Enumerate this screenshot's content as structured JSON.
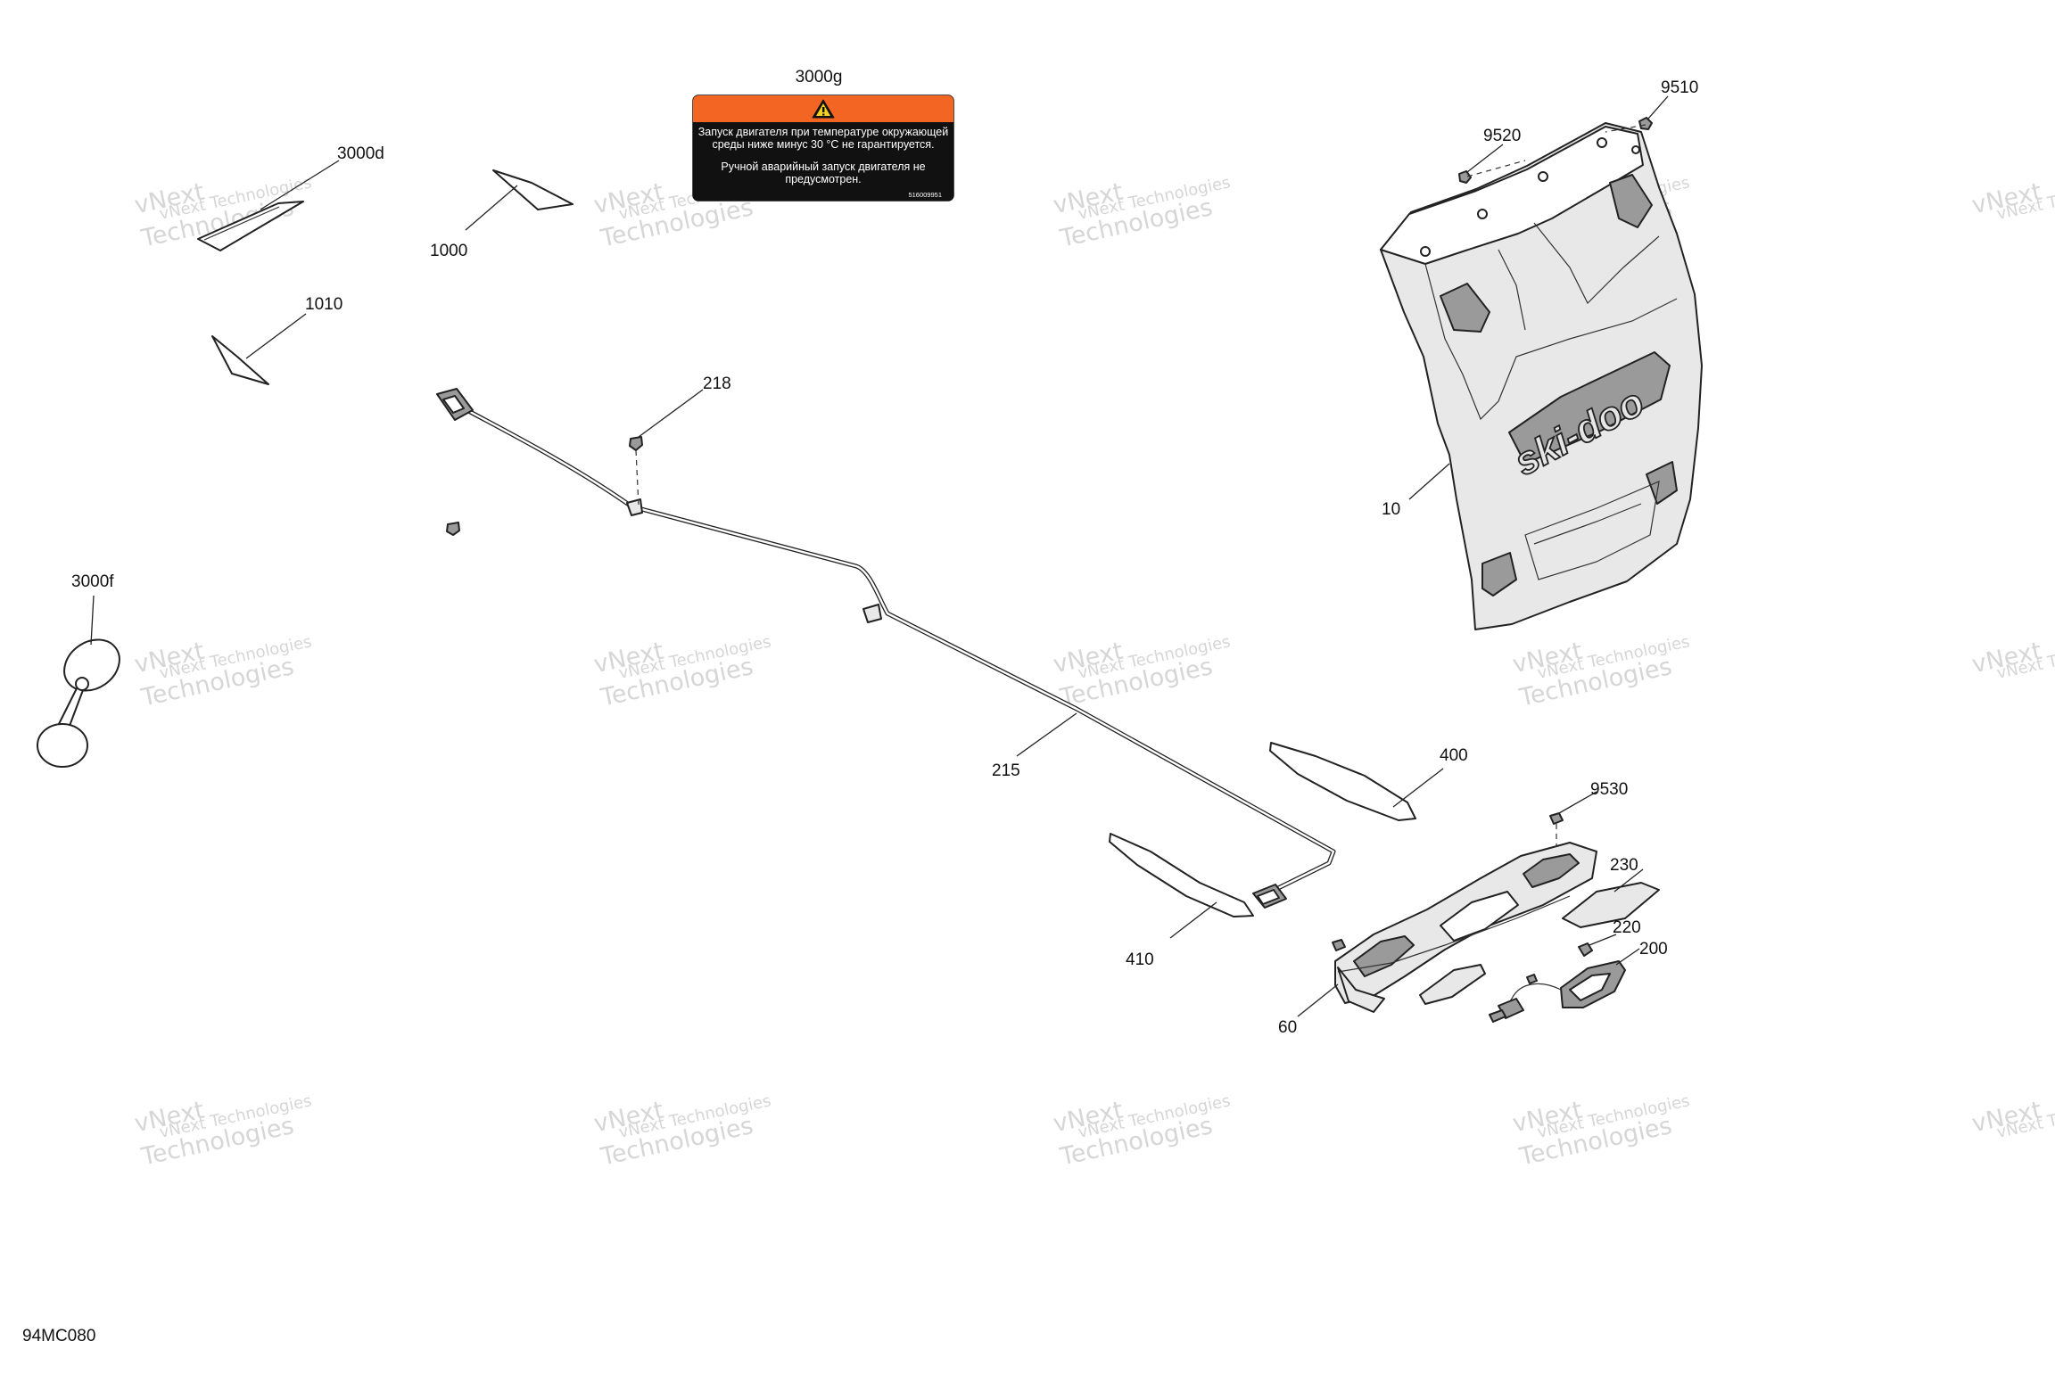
{
  "diagram_code": "94MC080",
  "colors": {
    "label_header": "#f26522",
    "label_body": "#111111",
    "watermark": "#d6d6d6",
    "line": "#222222"
  },
  "decal": {
    "warning_icon": "warning-triangle-icon",
    "line1": "Запуск двигателя при температуре окружающей",
    "line2": "среды ниже минус 30 °C не гарантируется.",
    "line3": "Ручной аварийный запуск двигателя не",
    "line4": "предусмотрен.",
    "part_number": "516009951"
  },
  "watermark": {
    "line1": "vNext Technologies",
    "line2": "Technologies",
    "stamp": "vNext"
  },
  "callouts": {
    "c3000g": "3000g",
    "c3000d": "3000d",
    "c1000": "1000",
    "c1010": "1010",
    "c218": "218",
    "c3000f": "3000f",
    "c215": "215",
    "c9510": "9510",
    "c9520": "9520",
    "c10": "10",
    "c400": "400",
    "c9530": "9530",
    "c230": "230",
    "c220": "220",
    "c200": "200",
    "c410": "410",
    "c60": "60"
  }
}
